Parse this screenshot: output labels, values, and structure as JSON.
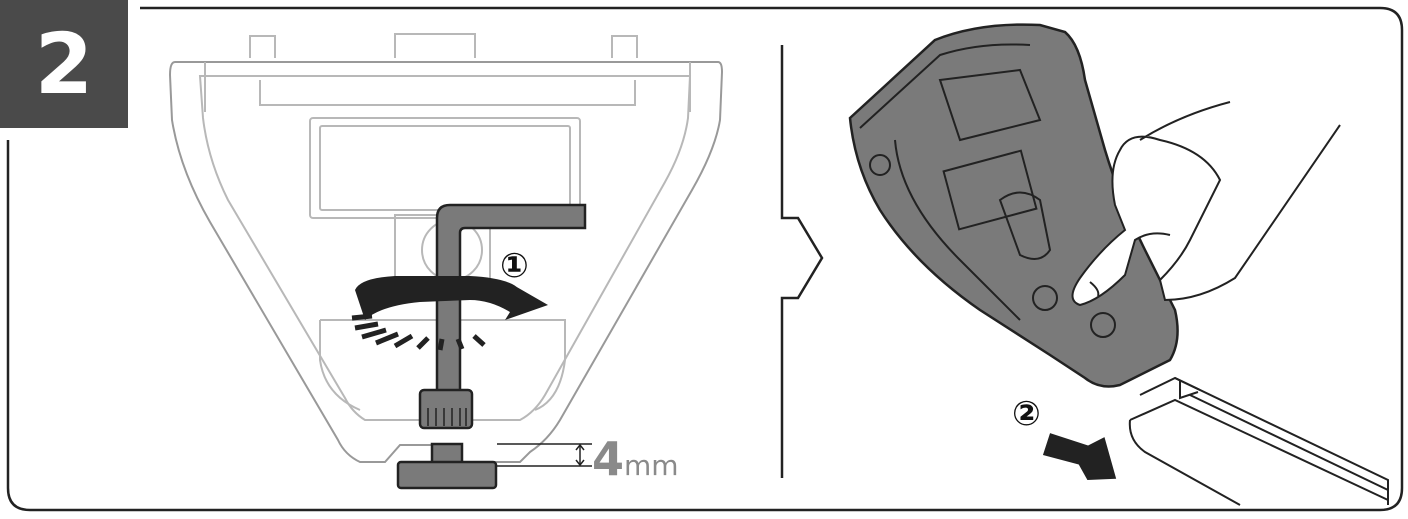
{
  "step": {
    "number": "2"
  },
  "left_panel": {
    "marker": "①",
    "measurement": {
      "value": "4",
      "unit": "mm"
    }
  },
  "right_panel": {
    "marker": "②"
  },
  "colors": {
    "badge": "#4a4a4a",
    "part_fill": "#7a7a7a",
    "outline": "#222222",
    "dim_text": "#8a8a8a"
  }
}
